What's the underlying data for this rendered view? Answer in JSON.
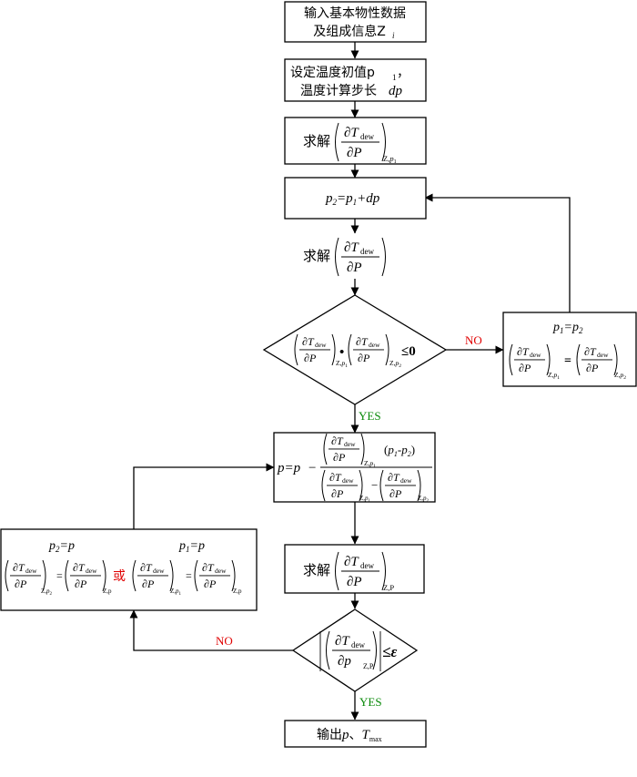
{
  "steps": {
    "input_line1": "输入基本物性数据",
    "input_line2": "及组成信息Z",
    "input_sub": "i",
    "init_line1": "设定温度初值p",
    "init_sub": "1",
    "init_comma": "，",
    "init_line2": "温度计算步长",
    "init_dp": "dp",
    "solve_prefix": "求解",
    "output_prefix": "输出",
    "output_p": "p",
    "output_sep": "、",
    "output_T": "T",
    "output_T_sub": "max"
  },
  "math": {
    "partial": "∂",
    "T": "T",
    "dew": "dew",
    "P": "P",
    "p": "p",
    "sub_Z": "Z,",
    "sub_p1": "p",
    "sub_1": "1",
    "sub_p2": "p",
    "sub_2": "2",
    "sub_Zp": "Z,p",
    "sub_ZP": "Z,P",
    "sub_Zp_upper": "Z,P",
    "update_lhs": "p",
    "update_lhs_sub": "2",
    "update_rhs1": "=p",
    "update_rhs1_sub": "1",
    "update_rhs2": "+dp",
    "product_dot": "•",
    "leq_zero": "≤0",
    "leq_eps": "≤ε",
    "secant_lhs": "p=p",
    "minus": "−",
    "open_paren": "(",
    "p1": "p",
    "p1_sub": "1",
    "dash": "-",
    "p2": "p",
    "p2_sub": "2",
    "close_paren": ")",
    "assign_p1": "p",
    "assign_p1_sub": "1",
    "assign_eq_p2": "=p",
    "assign_p2_sub": "2",
    "eq": "=",
    "assign_p2p": "p",
    "assign_p2p_sub": "2",
    "assign_eq_p": "=p",
    "assign_p1p": "p",
    "assign_p1p_sub": "1",
    "or": "或"
  },
  "branches": {
    "yes": "YES",
    "no": "NO"
  },
  "colors": {
    "yes": "#0a8a0a",
    "no": "#e00000",
    "or": "#e00000",
    "stroke": "#000000"
  }
}
